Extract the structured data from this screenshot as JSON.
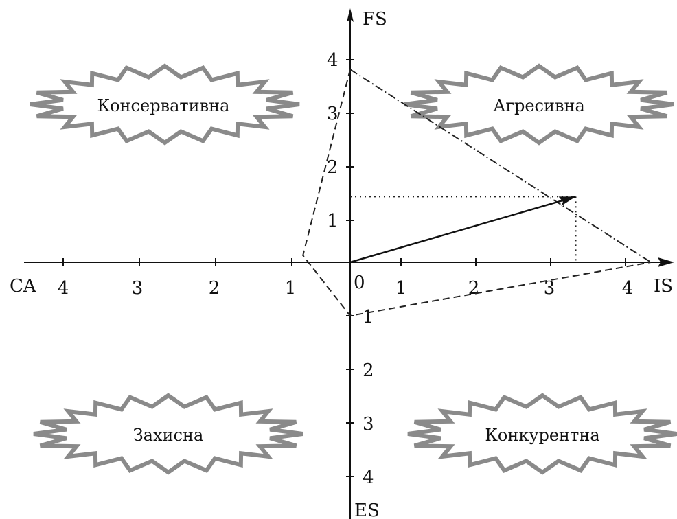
{
  "axes": {
    "left": "CA",
    "right": "IS",
    "top": "FS",
    "bottom": "ES",
    "origin": "0",
    "ticks": {
      "ca": [
        "4",
        "3",
        "2",
        "1"
      ],
      "is": [
        "1",
        "2",
        "3",
        "4"
      ],
      "fs": [
        "1",
        "2",
        "3",
        "4"
      ],
      "es": [
        "1",
        "2",
        "3",
        "4"
      ]
    }
  },
  "quadrants": {
    "conservative": "Консервативна",
    "aggressive": "Агресивна",
    "defensive": "Захисна",
    "competitive": "Конкурентна"
  },
  "profile": {
    "FS": 3.6,
    "IS": 4,
    "ES": 1,
    "CA": 0.8
  },
  "vector": {
    "x": 3,
    "y": 1.2
  },
  "colors": {
    "axis": "#111111",
    "burst_stroke": "#8a8a8a",
    "lines": "#222222"
  }
}
